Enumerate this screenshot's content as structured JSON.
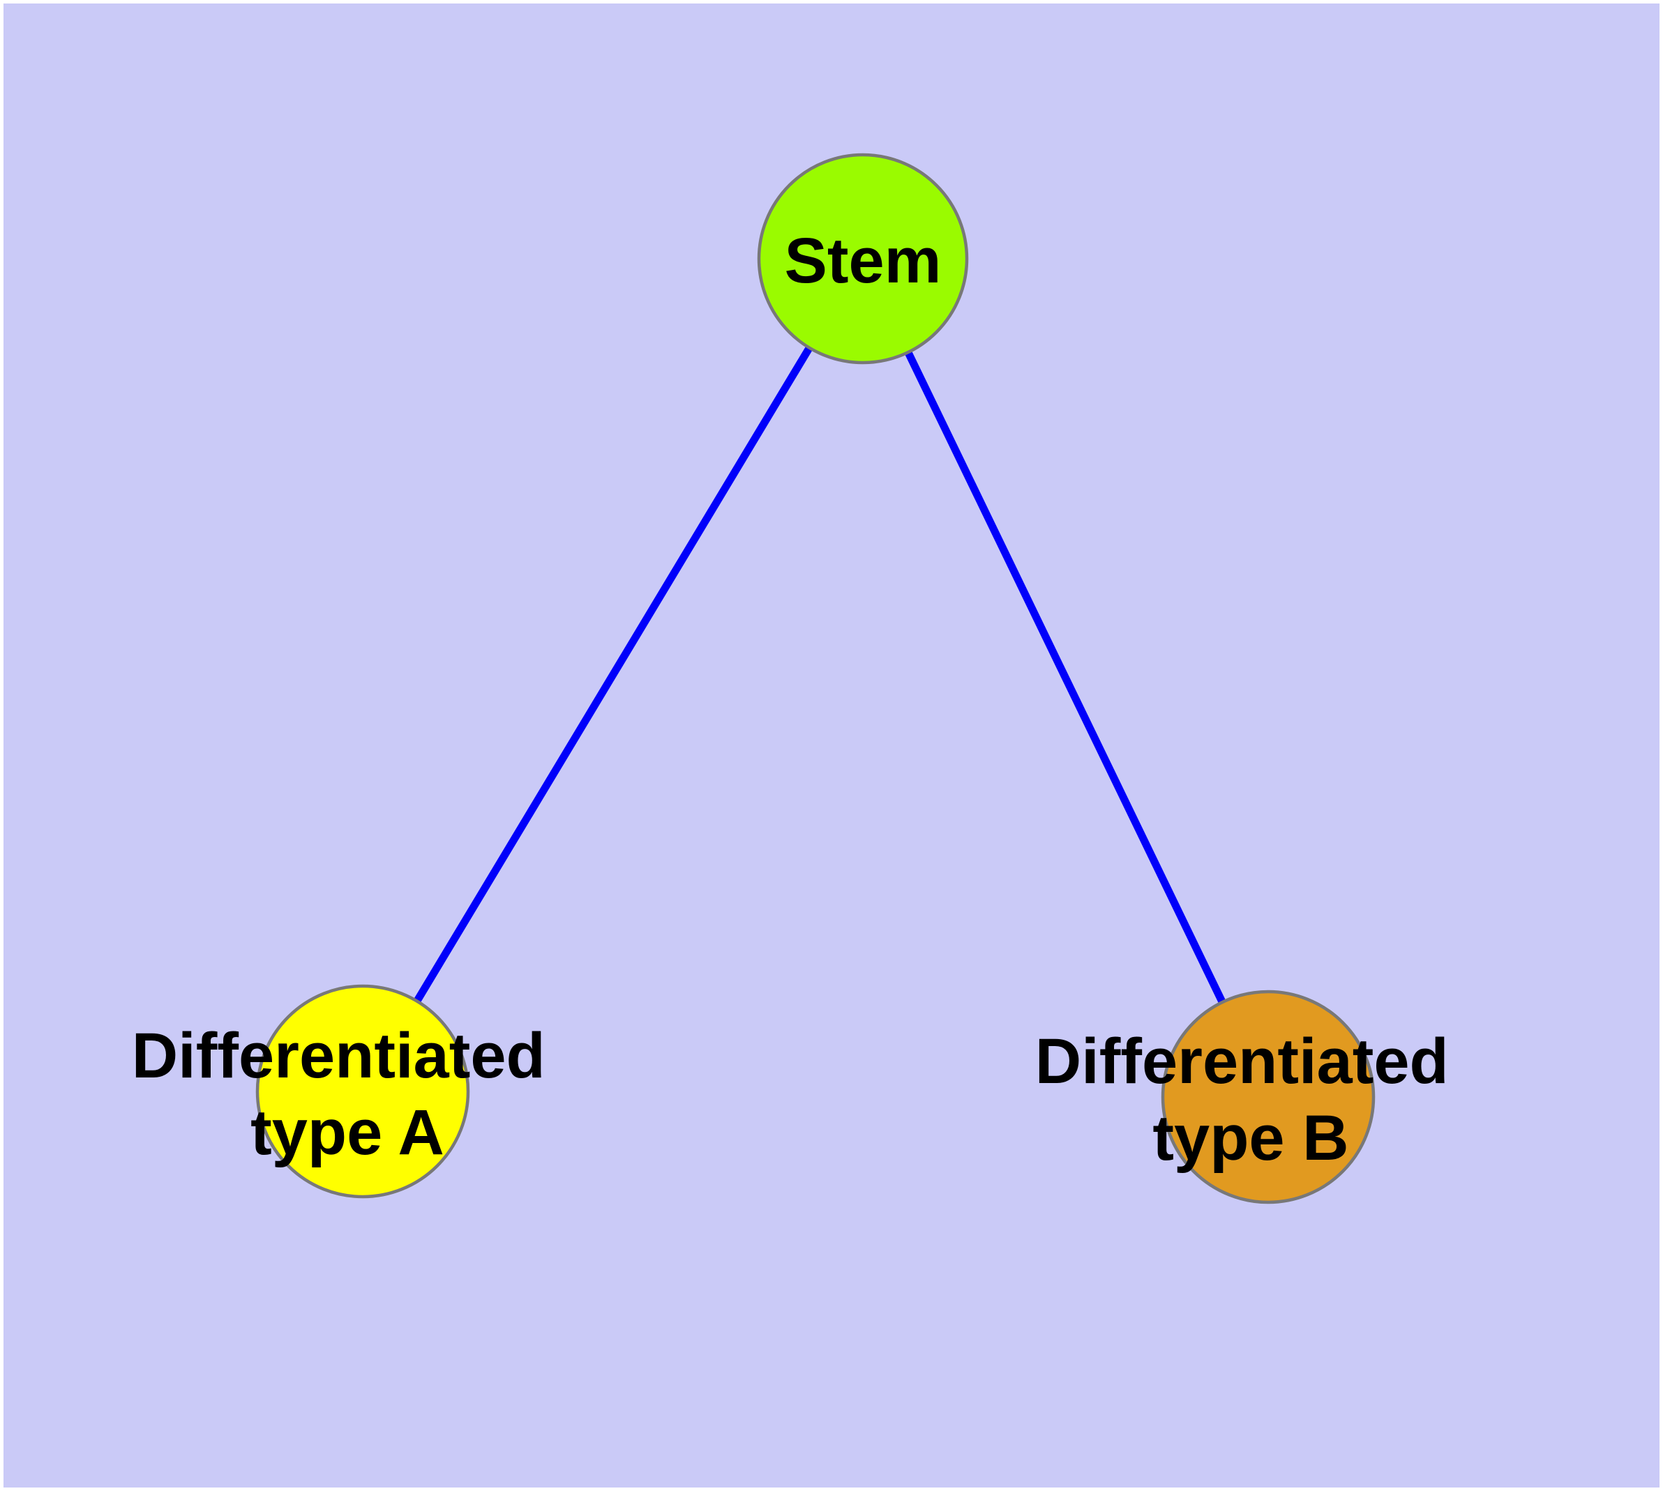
{
  "figure": {
    "type": "graph-diagram",
    "description": "Stem cell differentiation graph with one stem node connected to two differentiated cell type nodes",
    "background_color": "#CACAF7",
    "page_border_color": "#FFFFFF",
    "edge_color": "#0000FA",
    "node_border_color": "#787878",
    "label_color": "#000000",
    "nodes": [
      {
        "id": "stem",
        "label_lines": [
          "Stem"
        ],
        "color": "#9AFB00"
      },
      {
        "id": "differentiated-type-a",
        "label_lines": [
          "Differentiated",
          "type A"
        ],
        "color": "#FFFF00"
      },
      {
        "id": "differentiated-type-b",
        "label_lines": [
          "Differentiated",
          "type B"
        ],
        "color": "#E19A20"
      }
    ],
    "edges": [
      {
        "from": "stem",
        "to": "differentiated-type-a"
      },
      {
        "from": "stem",
        "to": "differentiated-type-b"
      }
    ]
  }
}
